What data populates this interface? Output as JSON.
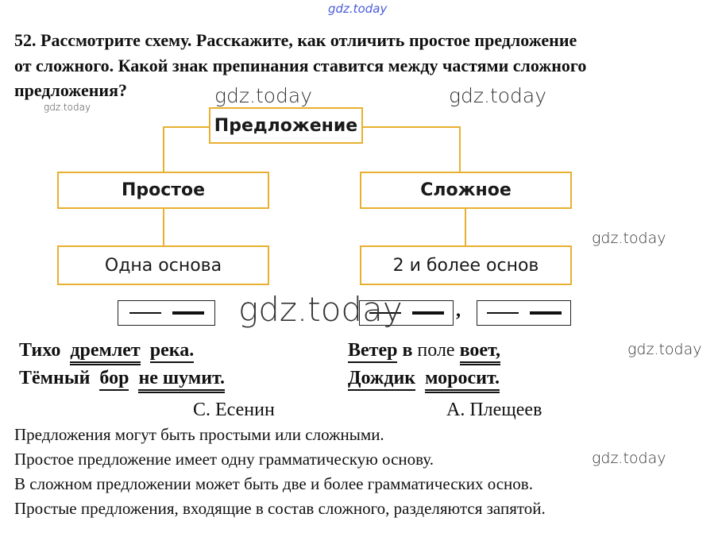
{
  "task": {
    "lines": [
      "52. Рассмотрите схему. Расскажите, как отличить простое предложение",
      "от сложного. Какой знак препинания ставится между частями сложного",
      "предложения?"
    ]
  },
  "diagram": {
    "root": "Предложение",
    "simple": "Простое",
    "complex": "Сложное",
    "simple_desc": "Одна основа",
    "complex_desc": "2 и более основ"
  },
  "schema": {
    "comma": ","
  },
  "examples": {
    "left": {
      "line1": [
        "Тихо",
        "дремлет",
        "река."
      ],
      "line2": [
        "Тёмный",
        "бор",
        "не шумит."
      ],
      "author": "С. Есенин"
    },
    "right": {
      "line1": [
        "Ветер",
        "в",
        "поле",
        "воет,"
      ],
      "line2": [
        "Дождик",
        "моросит."
      ],
      "author": "А. Плещеев"
    }
  },
  "rules": [
    "Предложения могут быть простыми или сложными.",
    "Простое предложение имеет одну грамматическую основу.",
    "В сложном предложении может быть две и более грамматических основ.",
    "Простые предложения, входящие в состав сложного, разделяются запятой."
  ],
  "watermark": "gdz.today",
  "colors": {
    "border": "#e8b030"
  }
}
